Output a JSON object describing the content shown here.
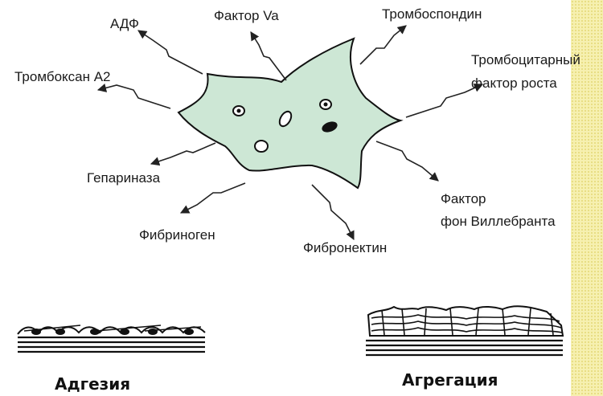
{
  "labels": {
    "adp": "АДФ",
    "factor_va": "Фактор Va",
    "thrombospondin": "Тромбоспондин",
    "thromboxane": "Тромбоксан А2",
    "growth_factor_line1": "Тромбоцитарный",
    "growth_factor_line2": "фактор роста",
    "heparinase": "Гепариназа",
    "vwf_line1": "Фактор",
    "vwf_line2": "фон Виллебранта",
    "fibrinogen": "Фибриноген",
    "fibronectin": "Фибронектин"
  },
  "captions": {
    "adhesion": "Адгезия",
    "aggregation": "Агрегация"
  },
  "colors": {
    "platelet_fill": "#cde7d5",
    "outline": "#111111",
    "stripe": "#f6f0b0"
  }
}
